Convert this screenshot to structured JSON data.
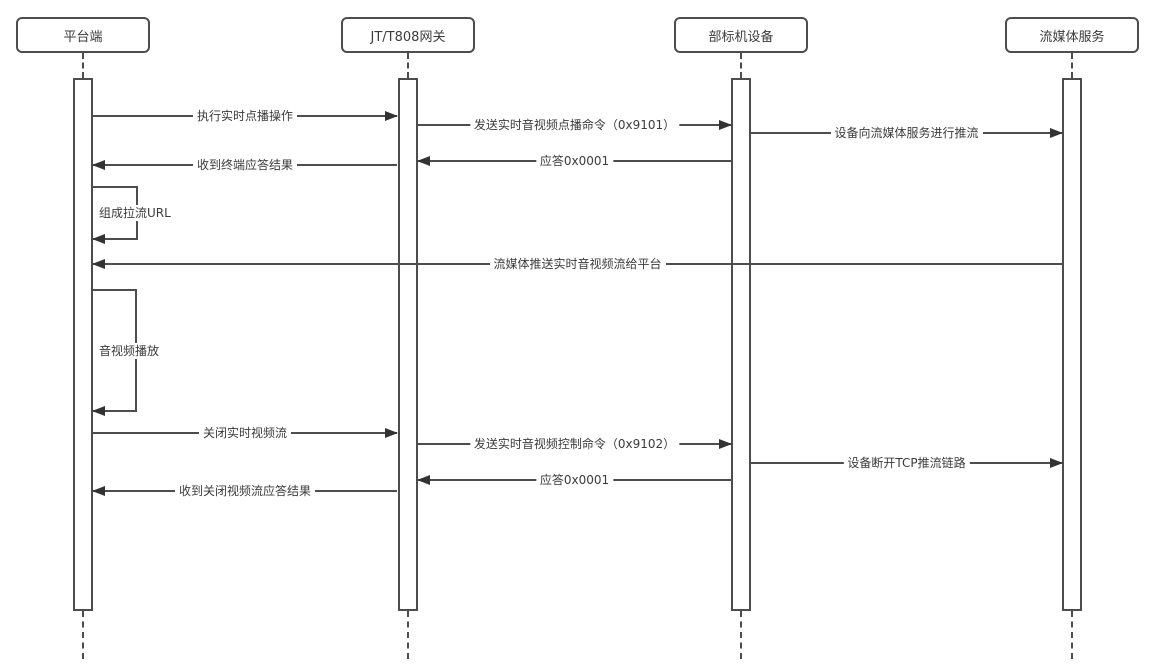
{
  "diagram": {
    "type": "sequence-diagram",
    "colors": {
      "line": "#4d4d4d",
      "arrowhead": "#333333",
      "text": "#3b3b3b",
      "box_fill": "#ffffff",
      "background": "#ffffff"
    },
    "actors": [
      {
        "name": "平台端"
      },
      {
        "name": "JT/T808网关"
      },
      {
        "name": "部标机设备"
      },
      {
        "name": "流媒体服务"
      }
    ],
    "messages": [
      {
        "label": "执行实时点播操作",
        "from": "平台端",
        "to": "JT/T808网关",
        "self": false
      },
      {
        "label": "发送实时音视频点播命令（0x9101）",
        "from": "JT/T808网关",
        "to": "部标机设备",
        "self": false
      },
      {
        "label": "设备向流媒体服务进行推流",
        "from": "部标机设备",
        "to": "流媒体服务",
        "self": false
      },
      {
        "label": "应答0x0001",
        "from": "部标机设备",
        "to": "JT/T808网关",
        "self": false
      },
      {
        "label": "收到终端应答结果",
        "from": "JT/T808网关",
        "to": "平台端",
        "self": false
      },
      {
        "label": "组成拉流URL",
        "from": "平台端",
        "to": "平台端",
        "self": true
      },
      {
        "label": "流媒体推送实时音视频流给平台",
        "from": "流媒体服务",
        "to": "平台端",
        "self": false
      },
      {
        "label": "音视频播放",
        "from": "平台端",
        "to": "平台端",
        "self": true
      },
      {
        "label": "关闭实时视频流",
        "from": "平台端",
        "to": "JT/T808网关",
        "self": false
      },
      {
        "label": "发送实时音视频控制命令（0x9102）",
        "from": "JT/T808网关",
        "to": "部标机设备",
        "self": false
      },
      {
        "label": "设备断开TCP推流链路",
        "from": "部标机设备",
        "to": "流媒体服务",
        "self": false
      },
      {
        "label": "应答0x0001",
        "from": "部标机设备",
        "to": "JT/T808网关",
        "self": false
      },
      {
        "label": "收到关闭视频流应答结果",
        "from": "JT/T808网关",
        "to": "平台端",
        "self": false
      }
    ]
  }
}
